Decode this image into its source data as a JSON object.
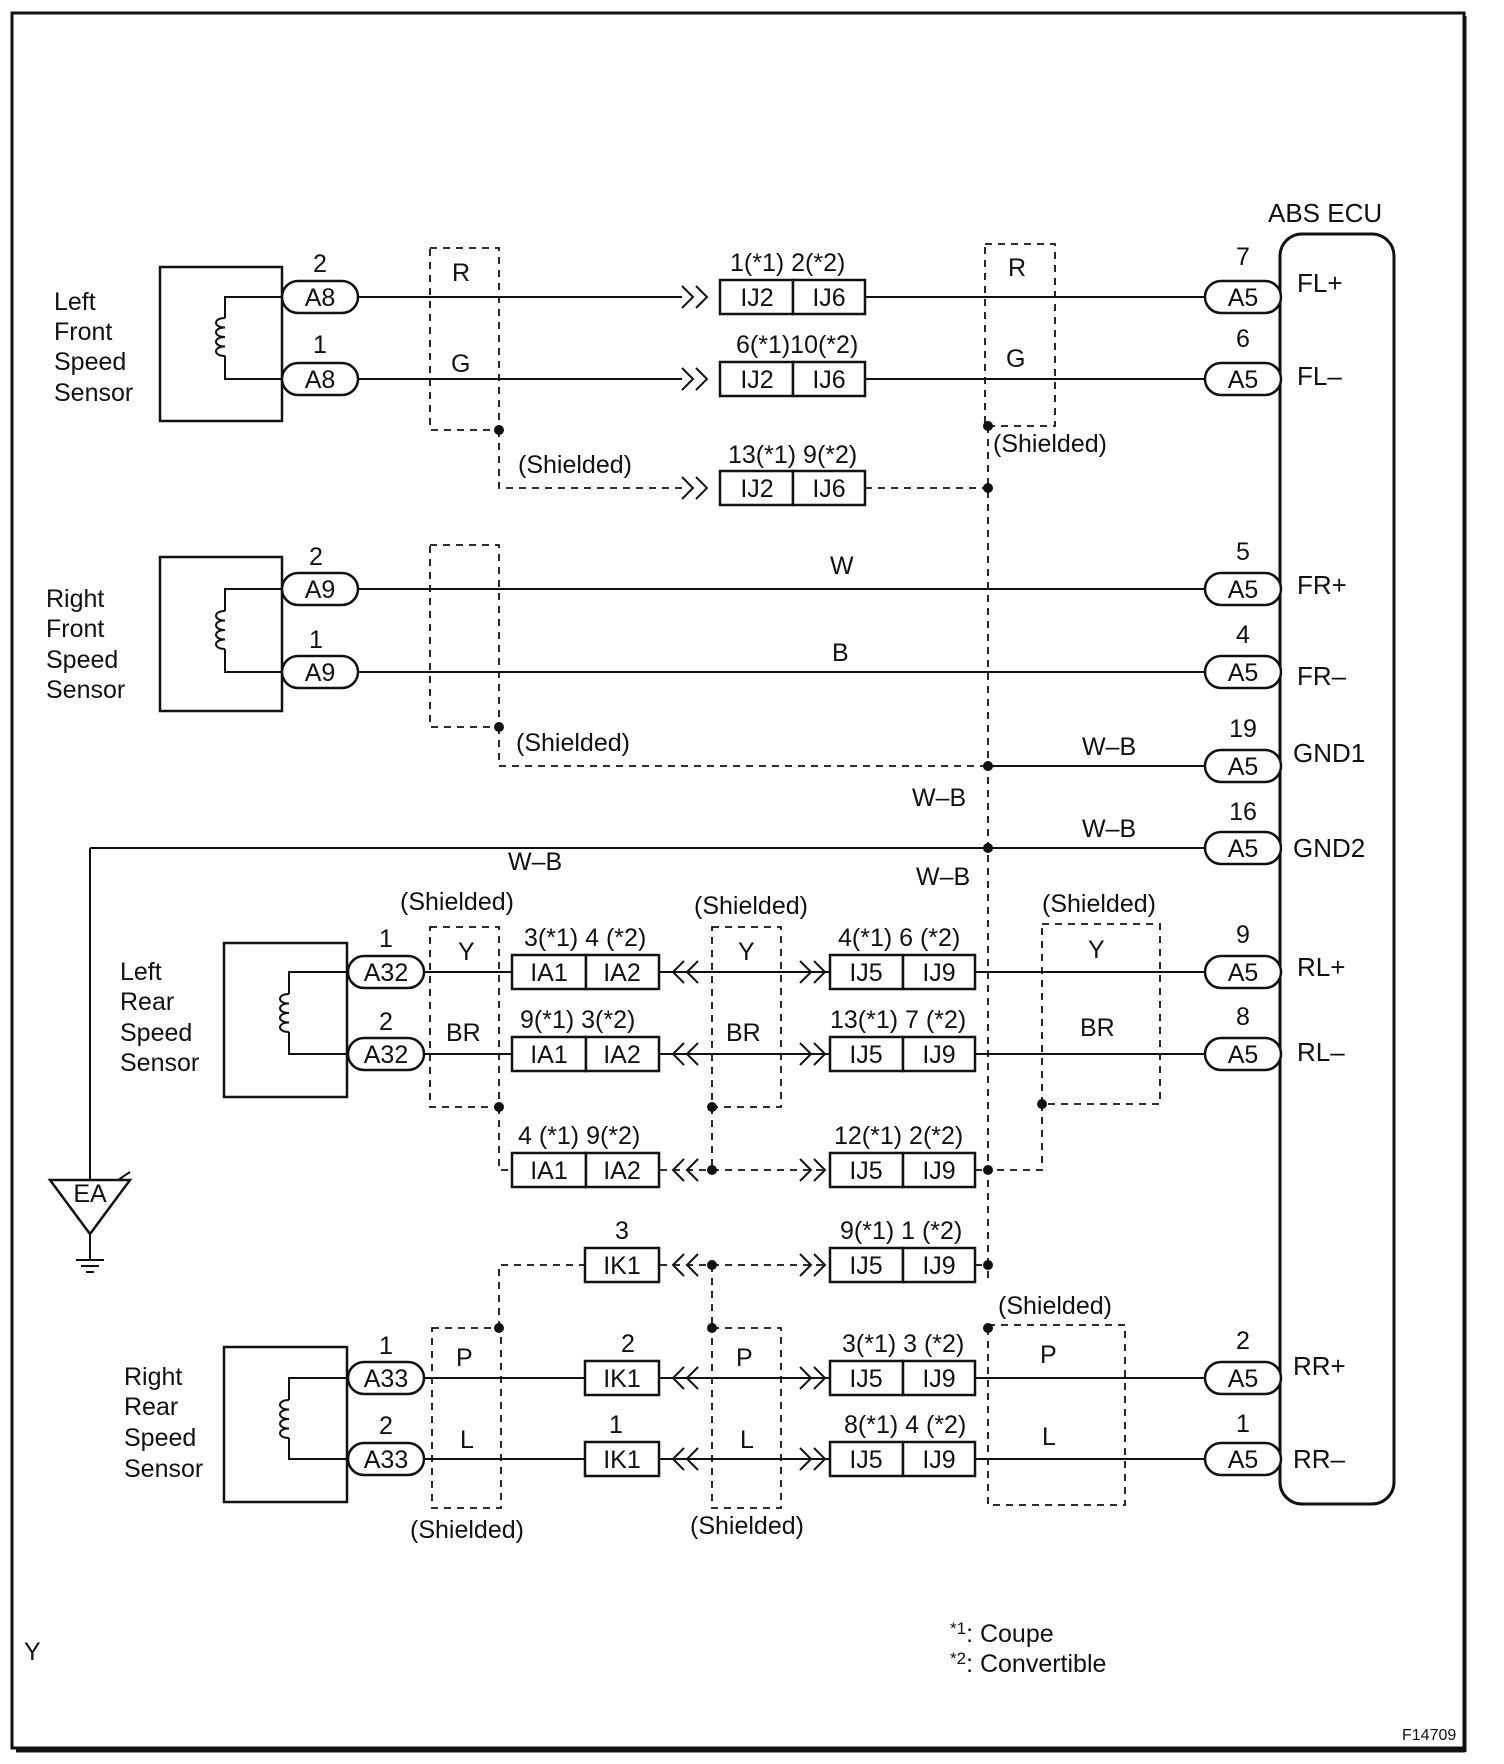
{
  "figure_id": "F14709",
  "corner_mark": "Y",
  "ecu": {
    "title": "ABS ECU",
    "terminals": [
      {
        "pin": "7",
        "connector": "A5",
        "label": "FL+"
      },
      {
        "pin": "6",
        "connector": "A5",
        "label": "FL–"
      },
      {
        "pin": "5",
        "connector": "A5",
        "label": "FR+"
      },
      {
        "pin": "4",
        "connector": "A5",
        "label": "FR–"
      },
      {
        "pin": "19",
        "connector": "A5",
        "label": "GND1"
      },
      {
        "pin": "16",
        "connector": "A5",
        "label": "GND2"
      },
      {
        "pin": "9",
        "connector": "A5",
        "label": "RL+"
      },
      {
        "pin": "8",
        "connector": "A5",
        "label": "RL–"
      },
      {
        "pin": "2",
        "connector": "A5",
        "label": "RR+"
      },
      {
        "pin": "1",
        "connector": "A5",
        "label": "RR–"
      }
    ]
  },
  "sensors": [
    {
      "name_lines": [
        "Left",
        "Front",
        "Speed",
        "Sensor"
      ],
      "pins": [
        {
          "pin": "2",
          "connector": "A8"
        },
        {
          "pin": "1",
          "connector": "A8"
        }
      ]
    },
    {
      "name_lines": [
        "Right",
        "Front",
        "Speed",
        "Sensor"
      ],
      "pins": [
        {
          "pin": "2",
          "connector": "A9"
        },
        {
          "pin": "1",
          "connector": "A9"
        }
      ]
    },
    {
      "name_lines": [
        "Left",
        "Rear",
        "Speed",
        "Sensor"
      ],
      "pins": [
        {
          "pin": "1",
          "connector": "A32"
        },
        {
          "pin": "2",
          "connector": "A32"
        }
      ]
    },
    {
      "name_lines": [
        "Right",
        "Rear",
        "Speed",
        "Sensor"
      ],
      "pins": [
        {
          "pin": "1",
          "connector": "A33"
        },
        {
          "pin": "2",
          "connector": "A33"
        }
      ]
    }
  ],
  "wire_colors": {
    "fl_plus": "R",
    "fl_minus": "G",
    "fr_plus": "W",
    "fr_minus": "B",
    "ground": "W–B",
    "rl_plus": "Y",
    "rl_minus": "BR",
    "rr_plus": "P",
    "rr_minus": "L"
  },
  "shielded_label": "(Shielded)",
  "junction_connectors": [
    {
      "left": "IJ2",
      "right": "IJ6",
      "pins": "1(*1) 2(*2)"
    },
    {
      "left": "IJ2",
      "right": "IJ6",
      "pins": "6(*1)10(*2)"
    },
    {
      "left": "IJ2",
      "right": "IJ6",
      "pins": "13(*1) 9(*2)"
    },
    {
      "left": "IA1",
      "right": "IA2",
      "pins": "3(*1) 4 (*2)"
    },
    {
      "left": "IA1",
      "right": "IA2",
      "pins": "9(*1) 3(*2)"
    },
    {
      "left": "IA1",
      "right": "IA2",
      "pins": "4 (*1) 9(*2)"
    },
    {
      "left": "IJ5",
      "right": "IJ9",
      "pins": "4(*1) 6 (*2)"
    },
    {
      "left": "IJ5",
      "right": "IJ9",
      "pins": "13(*1) 7 (*2)"
    },
    {
      "left": "IJ5",
      "right": "IJ9",
      "pins": "12(*1) 2(*2)"
    },
    {
      "left": "IJ5",
      "right": "IJ9",
      "pins": "9(*1) 1 (*2)"
    },
    {
      "left": "IJ5",
      "right": "IJ9",
      "pins": "3(*1) 3 (*2)"
    },
    {
      "left": "IJ5",
      "right": "IJ9",
      "pins": "8(*1) 4 (*2)"
    },
    {
      "single": "IK1",
      "pins": "3"
    },
    {
      "single": "IK1",
      "pins": "2"
    },
    {
      "single": "IK1",
      "pins": "1"
    }
  ],
  "ground_point": "EA",
  "notes": [
    {
      "mark": "*1",
      "text": ": Coupe"
    },
    {
      "mark": "*2",
      "text": ": Convertible"
    }
  ]
}
